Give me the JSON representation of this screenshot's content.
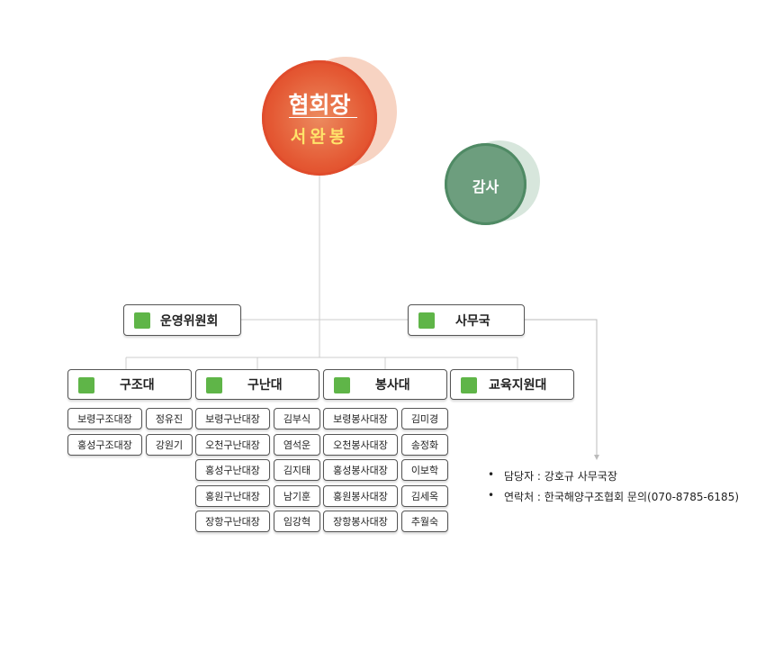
{
  "president": {
    "title": "협회장",
    "name": "서완봉"
  },
  "auditor": {
    "label": "감사"
  },
  "operating_committee": {
    "label": "운영위원회"
  },
  "secretariat": {
    "label": "사무국"
  },
  "units": [
    {
      "label": "구조대",
      "members": [
        {
          "role": "보령구조대장",
          "name": "정유진"
        },
        {
          "role": "홍성구조대장",
          "name": "강원기"
        }
      ]
    },
    {
      "label": "구난대",
      "members": [
        {
          "role": "보령구난대장",
          "name": "김부식"
        },
        {
          "role": "오천구난대장",
          "name": "염석운"
        },
        {
          "role": "홍성구난대장",
          "name": "김지태"
        },
        {
          "role": "홍원구난대장",
          "name": "남기훈"
        },
        {
          "role": "장항구난대장",
          "name": "임강혁"
        }
      ]
    },
    {
      "label": "봉사대",
      "members": [
        {
          "role": "보령봉사대장",
          "name": "김미경"
        },
        {
          "role": "오천봉사대장",
          "name": "송정화"
        },
        {
          "role": "홍성봉사대장",
          "name": "이보학"
        },
        {
          "role": "홍원봉사대장",
          "name": "김세옥"
        },
        {
          "role": "장항봉사대장",
          "name": "추월숙"
        }
      ]
    },
    {
      "label": "교육지원대",
      "members": []
    }
  ],
  "contact": {
    "bullet": "•",
    "manager": "담당자 : 강호규 사무국장",
    "phone": "연락처 : 한국해양구조협회 문의(070-8785-6185)"
  },
  "colors": {
    "president": "#e45833",
    "president_name": "#ffe46a",
    "auditor": "#6d9e7e",
    "unit_icon": "#5fb548"
  }
}
